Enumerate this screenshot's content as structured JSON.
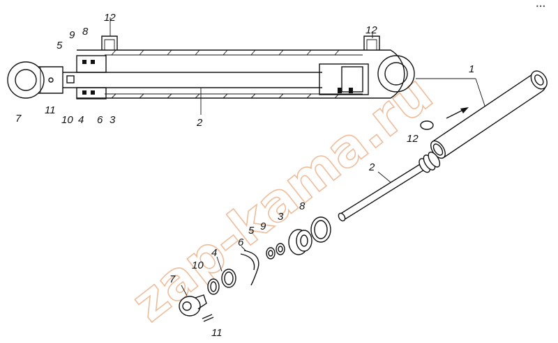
{
  "watermark": "zap-kama.ru",
  "corner_mark": "•••",
  "assembled_labels": {
    "n12a": "12",
    "n9": "9",
    "n8": "8",
    "n5": "5",
    "n12b": "12",
    "n1": "1",
    "n7": "7",
    "n11": "11",
    "n10": "10",
    "n4": "4",
    "n6": "6",
    "n3": "3",
    "n2": "2"
  },
  "exploded_labels": {
    "n12": "12",
    "n2": "2",
    "n8": "8",
    "n5": "5",
    "n9": "9",
    "n3": "3",
    "n6": "6",
    "n4": "4",
    "n10": "10",
    "n7": "7",
    "n11": "11"
  }
}
